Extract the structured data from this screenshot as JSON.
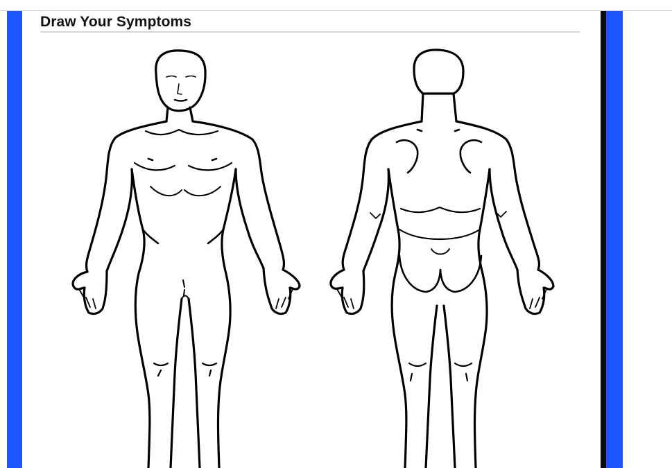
{
  "page": {
    "title": "Draw Your Symptoms"
  },
  "figures": [
    {
      "id": "front",
      "icon": "body-front-figure"
    },
    {
      "id": "back",
      "icon": "body-back-figure"
    }
  ],
  "colors": {
    "frame_blue": "#1f55ff",
    "frame_dark": "#0c0c10",
    "line": "#000000",
    "title": "#111111"
  }
}
